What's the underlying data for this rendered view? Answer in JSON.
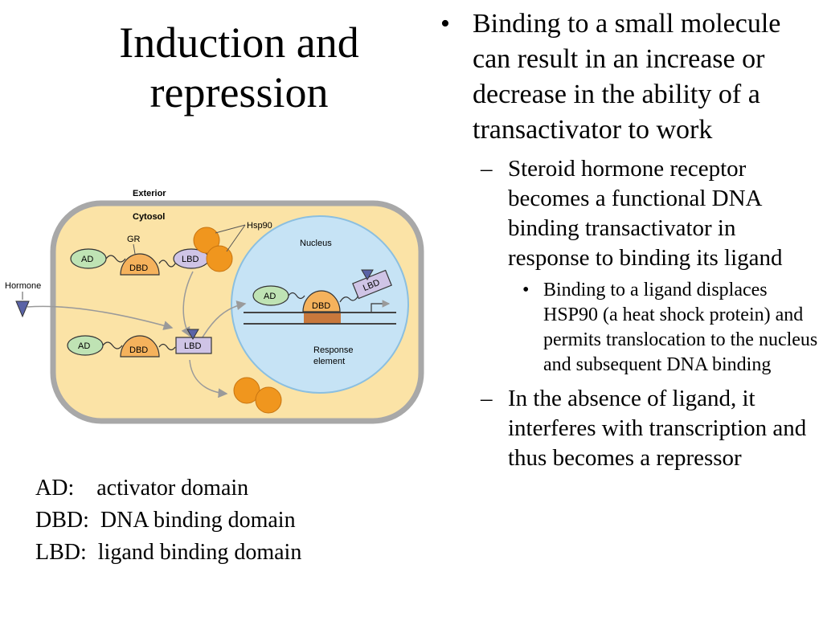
{
  "slide": {
    "title": "Induction and repression",
    "bullets": {
      "main": {
        "marker": "•",
        "text": "Binding to a small molecule can result in an increase or decrease in the ability of a transactivator to work"
      },
      "sub1": {
        "marker": "–",
        "text": "Steroid hormone receptor becomes a functional DNA binding transactivator in response to binding its ligand"
      },
      "sub1_detail": {
        "marker": "•",
        "text": "Binding to a ligand displaces HSP90 (a heat shock protein) and permits translocation to the nucleus and subsequent DNA binding"
      },
      "sub2": {
        "marker": "–",
        "text": "In the absence of ligand, it interferes with transcription and thus becomes a repressor"
      }
    },
    "legend": [
      {
        "abbr": "AD:",
        "sep": "    ",
        "meaning": "activator domain"
      },
      {
        "abbr": "DBD:",
        "sep": "  ",
        "meaning": "DNA binding domain"
      },
      {
        "abbr": "LBD:",
        "sep": "  ",
        "meaning": "ligand binding domain"
      }
    ]
  },
  "diagram": {
    "labels": {
      "exterior": "Exterior",
      "cytosol": "Cytosol",
      "hsp90": "Hsp90",
      "gr": "GR",
      "nucleus": "Nucleus",
      "hormone": "Hormone",
      "response_element_line1": "Response",
      "response_element_line2": "element"
    },
    "domains": {
      "ad": "AD",
      "dbd": "DBD",
      "lbd": "LBD"
    },
    "colors": {
      "cell_fill": "#fbe3a6",
      "cell_border": "#a8a8a8",
      "nucleus_fill": "#c6e3f5",
      "nucleus_border": "#8bbfe0",
      "ad_fill": "#bfe3b4",
      "dbd_fill": "#f5b25c",
      "lbd_fill": "#cfc4e6",
      "hsp90_fill": "#f0961e",
      "response_element": "#c8783c",
      "hormone_fill": "#5a63a6"
    }
  }
}
